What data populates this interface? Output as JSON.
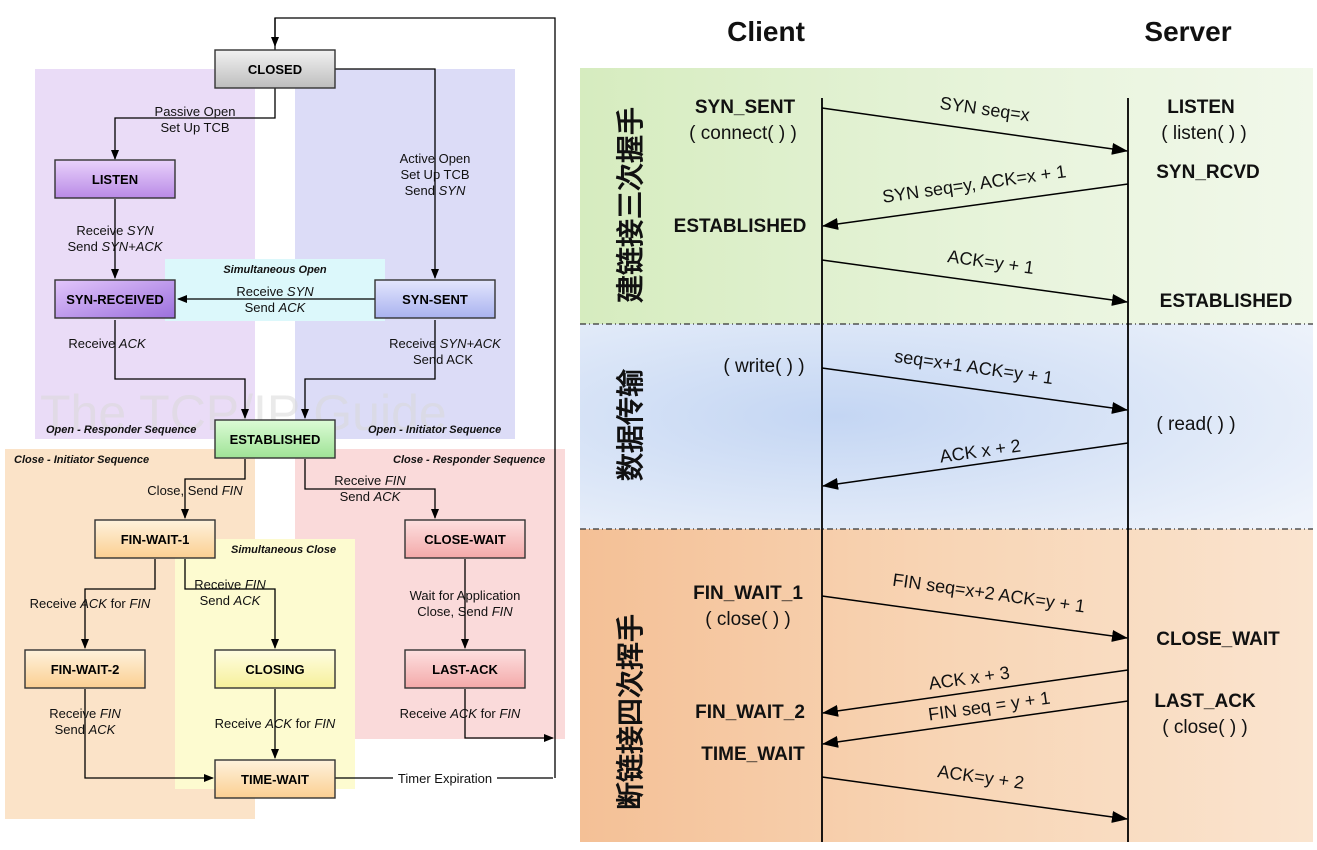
{
  "left": {
    "watermark": "The TCP/IP Guide",
    "regions": {
      "responder": "Open - Responder Sequence",
      "initiator": "Open - Initiator Sequence",
      "simultaneous_open": "Simultaneous Open",
      "close_initiator": "Close - Initiator Sequence",
      "close_responder": "Close - Responder Sequence",
      "simultaneous_close": "Simultaneous Close"
    },
    "states": {
      "closed": "CLOSED",
      "listen": "LISTEN",
      "syn_received": "SYN-RECEIVED",
      "syn_sent": "SYN-SENT",
      "established": "ESTABLISHED",
      "fin_wait_1": "FIN-WAIT-1",
      "fin_wait_2": "FIN-WAIT-2",
      "closing": "CLOSING",
      "time_wait": "TIME-WAIT",
      "close_wait": "CLOSE-WAIT",
      "last_ack": "LAST-ACK"
    },
    "transitions": {
      "passive_open_1": "Passive Open",
      "passive_open_2": "Set Up TCB",
      "active_open_1": "Active Open",
      "active_open_2": "Set Up TCB",
      "active_open_3a": "Send ",
      "active_open_3b": "SYN",
      "listen_recv_a": "Receive ",
      "listen_recv_b": "SYN",
      "listen_send_a": "Send ",
      "listen_send_b": "SYN+ACK",
      "simul_recv_a": "Receive ",
      "simul_recv_b": "SYN",
      "simul_send_a": "Send ",
      "simul_send_b": "ACK",
      "synrcvd_recv_a": "Receive ",
      "synrcvd_recv_b": "ACK",
      "synsent_recv_a": "Receive ",
      "synsent_recv_b": "SYN+ACK",
      "synsent_send": "Send ACK",
      "close_send_a": "Close, Send ",
      "close_send_b": "FIN",
      "resp_recv_a": "Receive ",
      "resp_recv_b": "FIN",
      "resp_send_a": "Send ",
      "resp_send_b": "ACK",
      "fw1_ack_a": "Receive ",
      "fw1_ack_b": "ACK",
      "fw1_ack_c": " for ",
      "fw1_ack_d": "FIN",
      "fw1_fin_a": "Receive ",
      "fw1_fin_b": "FIN",
      "fw1_send_a": "Send ",
      "fw1_send_b": "ACK",
      "cw_wait_1": "Wait for Application",
      "cw_wait_2a": "Close, Send ",
      "cw_wait_2b": "FIN",
      "fw2_fin_a": "Receive ",
      "fw2_fin_b": "FIN",
      "fw2_send_a": "Send ",
      "fw2_send_b": "ACK",
      "closing_ack_a": "Receive ",
      "closing_ack_b": "ACK",
      "closing_ack_c": " for ",
      "closing_ack_d": "FIN",
      "lastack_ack_a": "Receive ",
      "lastack_ack_b": "ACK",
      "lastack_ack_c": " for ",
      "lastack_ack_d": "FIN",
      "timer": "Timer Expiration"
    }
  },
  "right": {
    "client_header": "Client",
    "server_header": "Server",
    "phases": {
      "handshake": "建链接三次握手",
      "transfer": "数据传输",
      "teardown": "断链接四次挥手"
    },
    "client_labels": {
      "syn_sent": "SYN_SENT",
      "connect": "( connect( ) )",
      "established": "ESTABLISHED",
      "write": "( write( ) )",
      "fin_wait_1": "FIN_WAIT_1",
      "close": "( close( ) )",
      "fin_wait_2": "FIN_WAIT_2",
      "time_wait": "TIME_WAIT"
    },
    "server_labels": {
      "listen": "LISTEN",
      "listen_fn": "( listen( ) )",
      "syn_rcvd": "SYN_RCVD",
      "established": "ESTABLISHED",
      "read": "( read( ) )",
      "close_wait": "CLOSE_WAIT",
      "last_ack": "LAST_ACK",
      "close": "( close( ) )"
    },
    "messages": {
      "syn": "SYN seq=x",
      "syn_ack": "SYN seq=y, ACK=x + 1",
      "ack": "ACK=y + 1",
      "data": "seq=x+1 ACK=y + 1",
      "data_ack": "ACK x + 2",
      "fin1": "FIN seq=x+2 ACK=y + 1",
      "ack_fin1": "ACK x + 3",
      "fin2": "FIN seq = y + 1",
      "ack_fin2": "ACK=y + 2"
    }
  },
  "colors": {
    "lavender_region": "#eadcf7",
    "blue_region": "#dcdcf7",
    "cyan_region": "#dcf8fb",
    "peach_region": "#fbe3c8",
    "pink_region": "#fadada",
    "yellow_region": "#fdfbd0",
    "green_phase": "#dcefc8",
    "blue_phase": "#d7e4f7",
    "orange_phase": "#f6c9a3"
  }
}
